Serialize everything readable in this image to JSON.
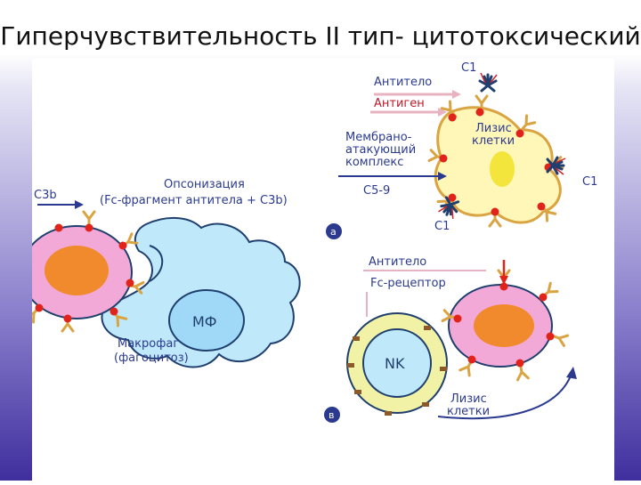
{
  "slide": {
    "title": "Гиперчувствительность II тип- цитотоксический"
  },
  "diagram": {
    "top_right": {
      "c1_top": "C1",
      "antibody": "Антитело",
      "antigen": "Антиген",
      "lysis_line1": "Лизис",
      "lysis_line2": "клетки",
      "mac_line1": "Мембрано-",
      "mac_line2": "атакующий",
      "mac_line3": "комплекс",
      "c59": "C5-9",
      "c1_right": "C1",
      "c1_bottom": "C1",
      "marker": "а"
    },
    "left": {
      "c3b": "C3b",
      "opsonization": "Опсонизация",
      "fc_fragment": "(Fc-фрагмент антитела + C3b)",
      "mf": "МФ",
      "macrophage": "Макрофаг",
      "phagocytosis": "(фагоцитоз)"
    },
    "bottom_right": {
      "antibody": "Антитело",
      "fc_receptor": "Fc-рецептор",
      "nk": "NK",
      "lysis_line1": "Лизис",
      "lysis_line2": "клетки",
      "marker": "в"
    }
  },
  "colors": {
    "background_gradient_top": "#c9c6ea",
    "background_gradient_bottom": "#3f2f9e",
    "cell_fill": "#f3a9d8",
    "nucleus_fill": "#f08a2c",
    "macrophage_fill": "#bfe8fb",
    "antibody": "#d9a441",
    "antigen": "#e0231b",
    "nk_ring": "#f2f2a6"
  }
}
